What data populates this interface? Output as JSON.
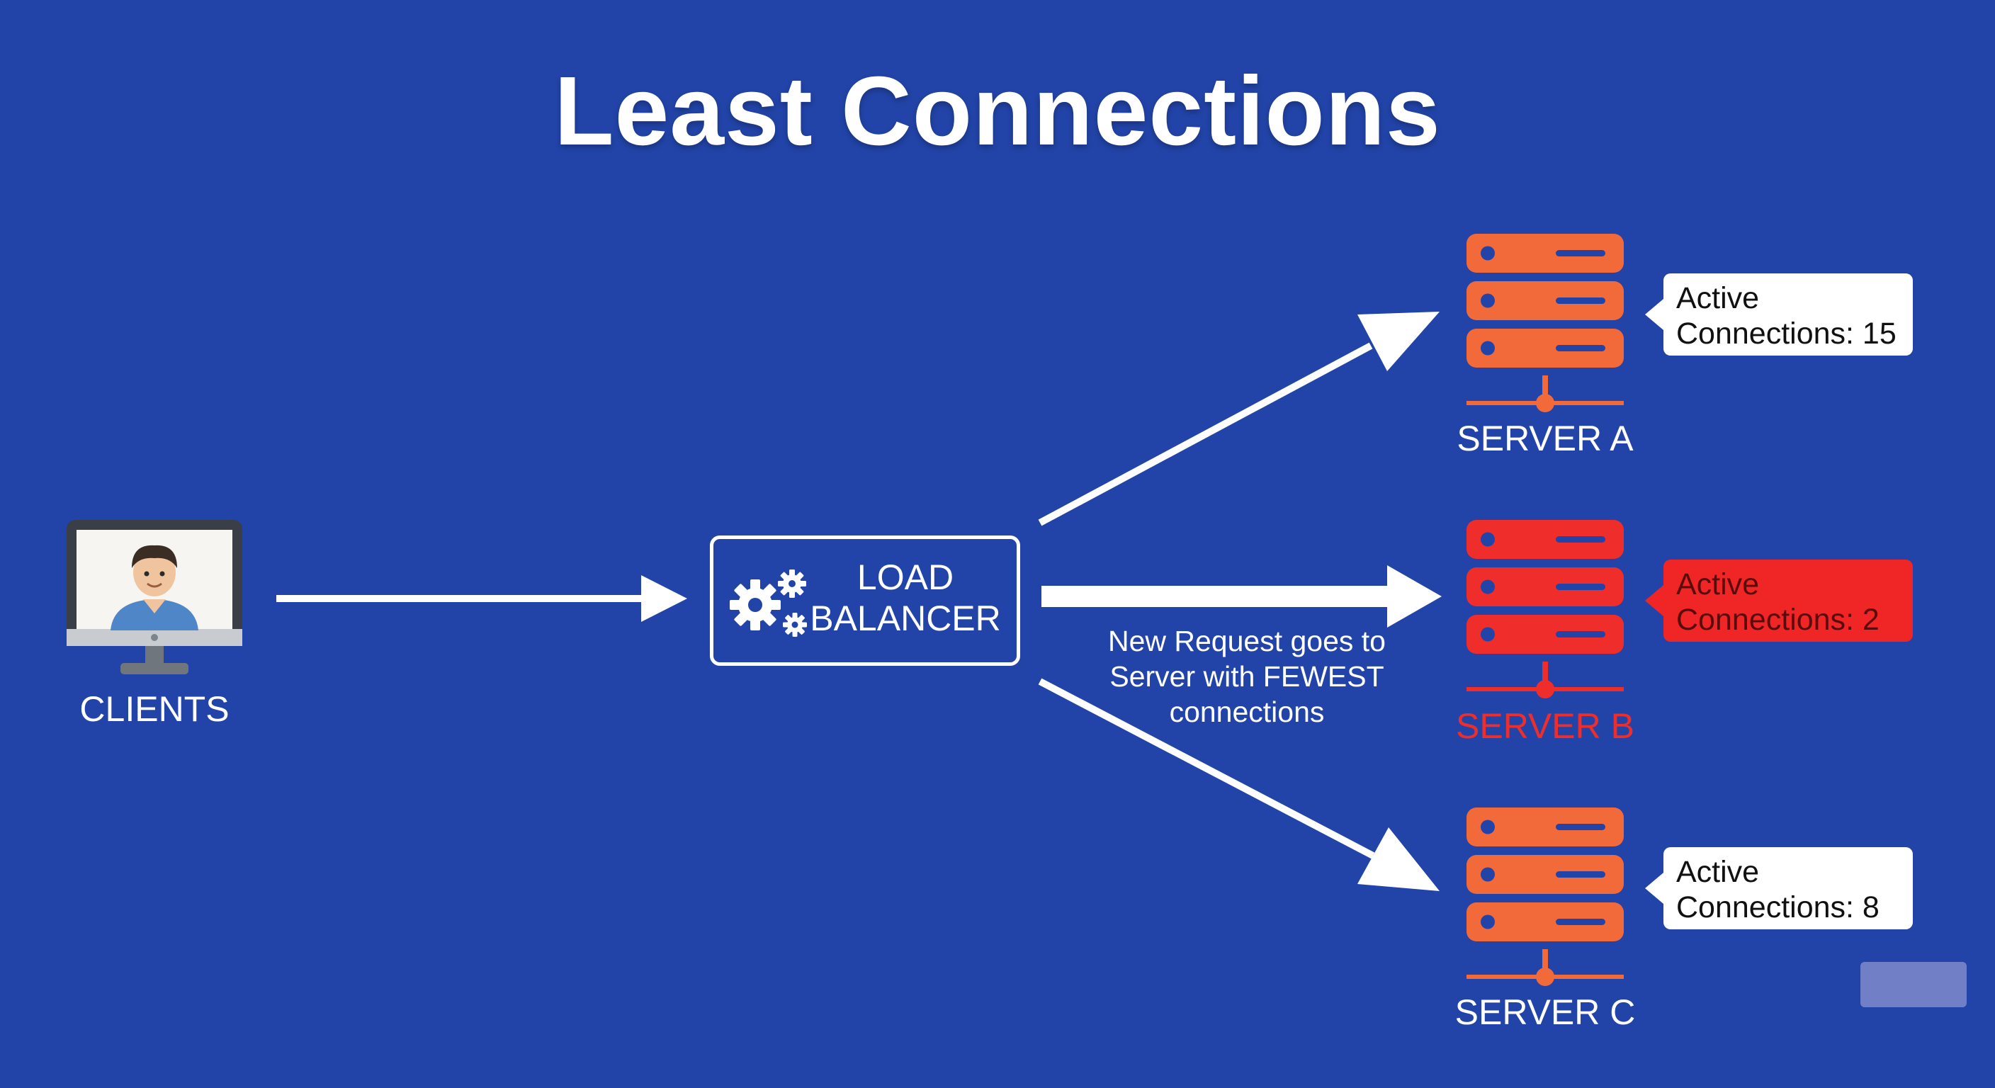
{
  "title": "Least Connections",
  "client": {
    "label": "CLIENTS"
  },
  "load_balancer": {
    "line1": "LOAD",
    "line2": "BALANCER"
  },
  "note": {
    "line1": "New Request goes to",
    "line2": "Server with FEWEST",
    "line3": "connections"
  },
  "servers": [
    {
      "label": "SERVER A",
      "line1": "Active",
      "line2": "Connections: 15",
      "selected": false
    },
    {
      "label": "SERVER B",
      "line1": "Active",
      "line2": "Connections: 2",
      "selected": true
    },
    {
      "label": "SERVER C",
      "line1": "Active",
      "line2": "Connections: 8",
      "selected": false
    }
  ],
  "colors": {
    "background": "#2244a8",
    "server": "#f26a3a",
    "server_selected": "#ef2e2b",
    "callout": "#ffffff",
    "callout_selected": "#f02525",
    "arrow": "#ffffff"
  },
  "icons": {
    "client": "monitor-person-icon",
    "load_balancer": "gears-icon",
    "server": "server-rack-icon"
  }
}
